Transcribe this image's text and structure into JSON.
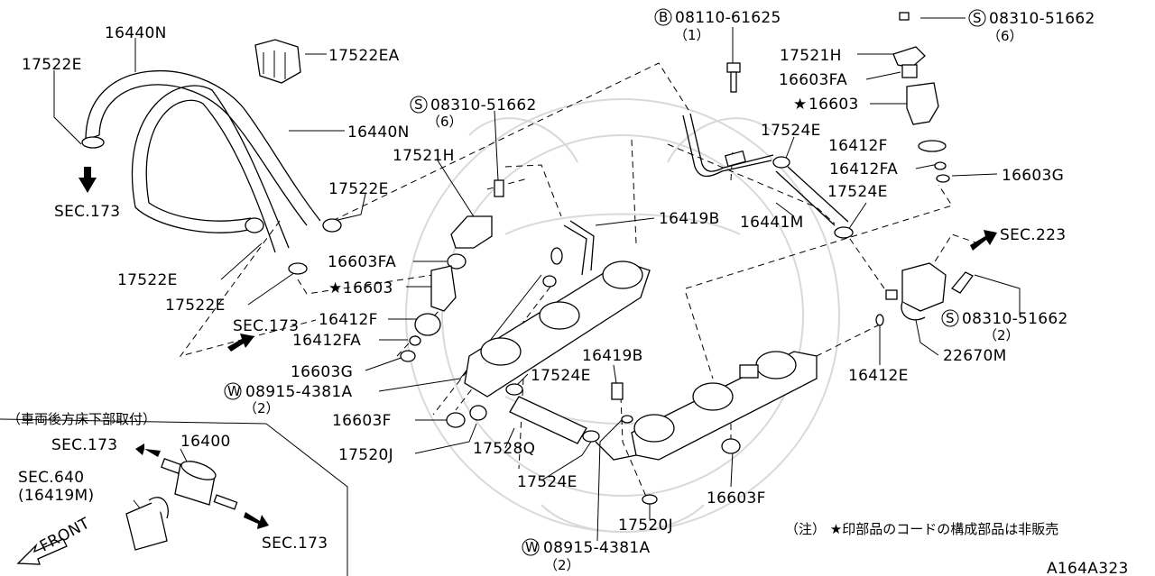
{
  "diagram": {
    "note": "（注） ★印部品のコードの構成部品は非販売",
    "figure_code": "A164A323",
    "mount_note": "（車両後方床下部取付）",
    "front_label": "FRONT",
    "labels": {
      "p16440N_a": "16440N",
      "p17522E_a": "17522E",
      "p17522EA": "17522EA",
      "p16440N_b": "16440N",
      "p17522E_b": "17522E",
      "p17522E_c": "17522E",
      "p17522E_d": "17522E",
      "sec173_a": "SEC.173",
      "sec173_b": "SEC.173",
      "sec173_c": "SEC.173",
      "sec173_d": "SEC.173",
      "sec223": "SEC.223",
      "sec640": "SEC.640",
      "p16419M": "(16419M)",
      "bolt_B": "08110-61625",
      "bolt_B_qty": "（1）",
      "screw_S_a": "08310-51662",
      "screw_S_a_qty": "（6）",
      "screw_S_b": "08310-51662",
      "screw_S_b_qty": "（6）",
      "screw_S_c": "08310-51662",
      "screw_S_c_qty": "（2）",
      "p17521H_a": "17521H",
      "p17521H_b": "17521H",
      "p16603FA_a": "16603FA",
      "p16603FA_b": "16603FA",
      "p16603_a": "16603",
      "p16603_b": "16603",
      "p16412F_a": "16412F",
      "p16412F_b": "16412F",
      "p16412FA_a": "16412FA",
      "p16412FA_b": "16412FA",
      "p16603G_a": "16603G",
      "p16603G_b": "16603G",
      "p17524E_a": "17524E",
      "p17524E_b": "17524E",
      "p17524E_c": "17524E",
      "p17524E_d": "17524E",
      "p16441M": "16441M",
      "p16419B_a": "16419B",
      "p16419B_b": "16419B",
      "washer_W_a": "08915-4381A",
      "washer_W_a_qty": "（2）",
      "washer_W_b": "08915-4381A",
      "washer_W_b_qty": "（2）",
      "p16603F_a": "16603F",
      "p16603F_b": "16603F",
      "p17520J_a": "17520J",
      "p17520J_b": "17520J",
      "p17528Q": "17528Q",
      "p22670M": "22670M",
      "p16412E": "16412E",
      "p16400": "16400",
      "prefix_B": "B",
      "prefix_S": "S",
      "prefix_W": "W",
      "star": "★"
    }
  }
}
